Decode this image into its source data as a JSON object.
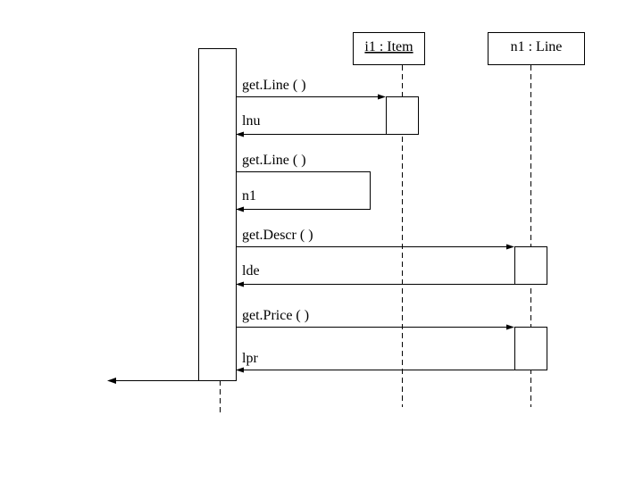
{
  "lifelines": {
    "item": {
      "label": "i1 : Item",
      "underlined": true
    },
    "line": {
      "label": "n1 : Line",
      "underlined": false
    }
  },
  "messages": [
    {
      "name": "call-getline-item",
      "label": "get.Line ( )"
    },
    {
      "name": "return-lnu",
      "label": "lnu"
    },
    {
      "name": "call-getline-self",
      "label": "get.Line ( )"
    },
    {
      "name": "return-n1",
      "label": "n1"
    },
    {
      "name": "call-getdescr",
      "label": "get.Descr ( )"
    },
    {
      "name": "return-lde",
      "label": "lde"
    },
    {
      "name": "call-getprice",
      "label": "get.Price ( )"
    },
    {
      "name": "return-lpr",
      "label": "lpr"
    }
  ],
  "colors": {
    "stroke": "#000000",
    "background": "#ffffff"
  }
}
